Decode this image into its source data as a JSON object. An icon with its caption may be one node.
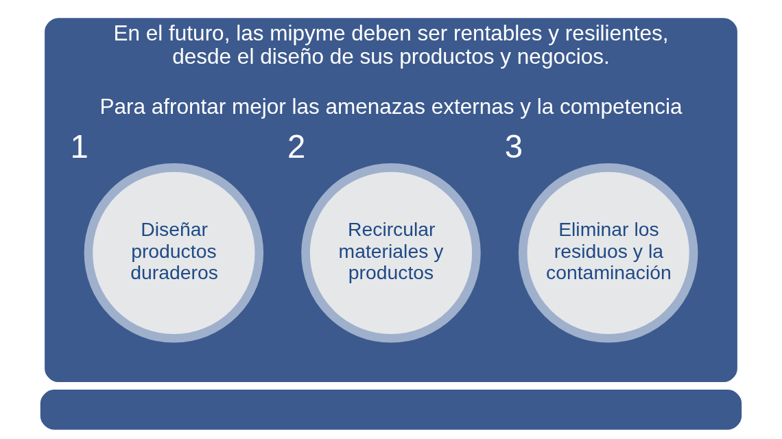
{
  "diagram": {
    "nodes": [
      {
        "text": [
          "En el futuro, las mipyme deben ser rentables y resilientes, desde el diseño de sus productos y negocios.",
          "Para afrontar mejor las amenazas externas y la competencia"
        ]
      },
      {
        "text": [
          "Diseñar productos duraderos"
        ],
        "in": 0,
        "beside": [
          "1"
        ]
      },
      {
        "text": [
          "Recircular materiales y productos"
        ],
        "in": 0,
        "beside": [
          "2"
        ]
      },
      {
        "text": [
          "Eliminar los residuos y la contaminación"
        ],
        "in": 0,
        "beside": [
          "3"
        ]
      },
      {
        "text": [],
        "shape": "box"
      }
    ],
    "edges": []
  }
}
